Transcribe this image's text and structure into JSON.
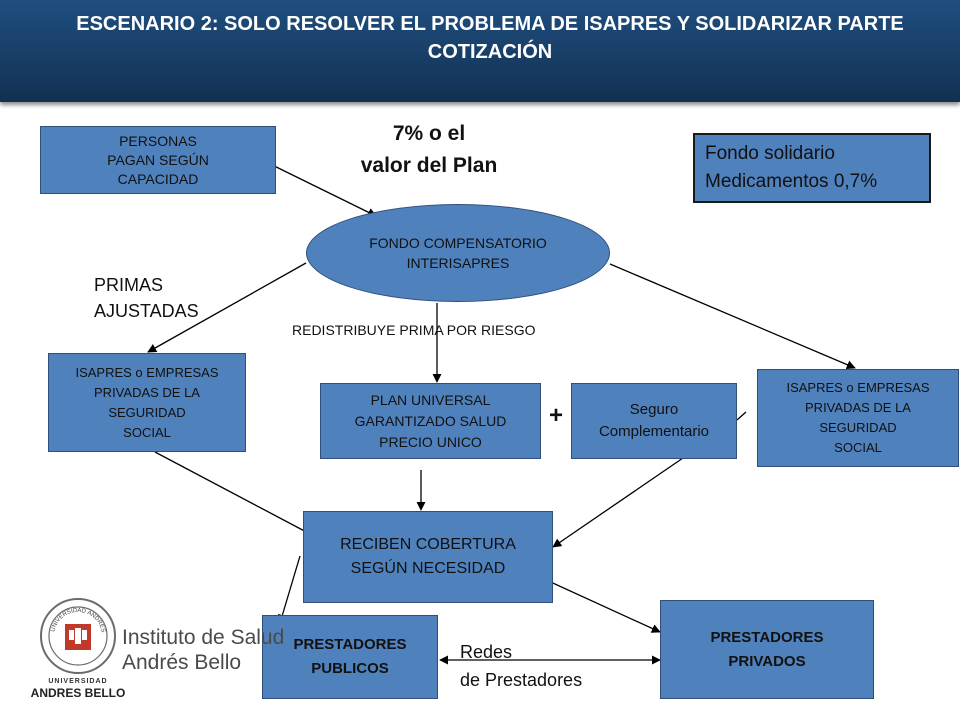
{
  "header": {
    "title": "ESCENARIO 2: SOLO RESOLVER EL PROBLEMA DE ISAPRES  Y SOLIDARIZAR PARTE COTIZACIÓN"
  },
  "diagram": {
    "personas": "PERSONAS\nPAGAN SEGÚN\nCAPACIDAD",
    "percent_label": "7% o el\nvalor del Plan",
    "fondo_solidario": "Fondo solidario\nMedicamentos 0,7%",
    "fondo_compensatorio": "FONDO COMPENSATORIO\nINTERISAPRES",
    "primas_ajustadas": "PRIMAS\nAJUSTADAS",
    "redistribuye": "REDISTRIBUYE PRIMA POR RIESGO",
    "isapres_left": "ISAPRES  o EMPRESAS\nPRIVADAS  DE LA\nSEGURIDAD\nSOCIAL",
    "isapres_right": "ISAPRES  o EMPRESAS\nPRIVADAS  DE LA\nSEGURIDAD\nSOCIAL",
    "plan_universal": "PLAN UNIVERSAL\nGARANTIZADO SALUD\nPRECIO UNICO",
    "plus": "+",
    "seguro": "Seguro\nComplementario",
    "reciben": "RECIBEN COBERTURA\nSEGÚN NECESIDAD",
    "prestadores_publicos": "PRESTADORES\nPUBLICOS",
    "prestadores_privados": "PRESTADORES\nPRIVADOS",
    "redes": "Redes\nde Prestadores"
  },
  "logo": {
    "name_line1": "Instituto de Salud",
    "name_line2": "Andrés Bello",
    "university_line1": "UNIVERSIDAD",
    "university_line2": "ANDRES BELLO",
    "seal_text": "UNIVERSIDAD ANDRES BELLO",
    "brand_color": "#c0392b"
  },
  "colors": {
    "box_fill": "#4f81bd",
    "header_bg": "#1f4e7f"
  }
}
